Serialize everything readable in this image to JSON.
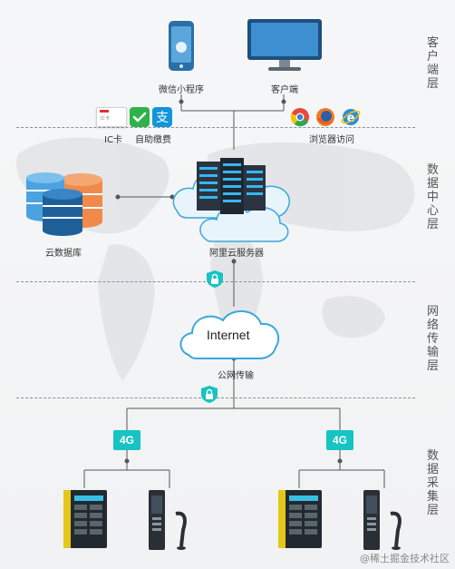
{
  "layers": {
    "client": "客户端层",
    "datacenter": "数据中心层",
    "network": "网络传输层",
    "collection": "数据采集层"
  },
  "client": {
    "wechat_label": "微信小程序",
    "pc_label": "客户端",
    "ic_label": "IC卡",
    "selfpay_label": "自助缴费",
    "browser_label": "浏览器访问",
    "ic_card_text": "IC卡"
  },
  "datacenter": {
    "db_label": "云数据库",
    "server_label": "阿里云服务器"
  },
  "network": {
    "internet_label": "Internet",
    "public_label": "公网传输"
  },
  "collection": {
    "badge_left": "4G",
    "badge_right": "4G"
  },
  "watermark": "@稀土掘金技术社区",
  "colors": {
    "accent": "#17c3c3",
    "separator": "#8a9097",
    "cloud": "#3aa7d9",
    "db_blue": "#2b7fc1",
    "db_orange": "#f08a4b"
  }
}
